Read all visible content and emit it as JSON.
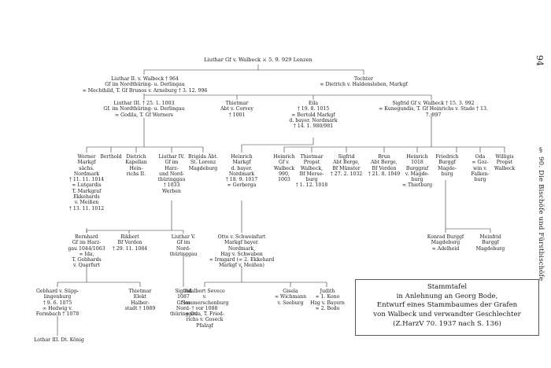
{
  "page_number": "94",
  "running_head": "§ 90. Die Bischöfe und Fürstbischöfe",
  "caption": "Stammtafel\nin Anlehnung an Georg Bode,\nEntwurf eines Stammbaumes der Grafen\nvon Walbeck und verwandter Geschlechter\n(Z.HarzV 70. 1937 nach S. 136)",
  "nodes": {
    "lothar_root": "Liuthar Gf v. Walbeck ⚔ 5. 9. 929 Lenzen",
    "liuthar2": "Liuthar II. v. Walbeck † 964\nGf im Nordthüring- u. Derlingau\n∞ Mechthild, T. Gf Brunos v. Arneburg † 3. 12. 996",
    "tochter": "Tochter\n∞ Dietrich v. Haldensleben, Markgf",
    "liuthar3": "Liuthar III. † 25. 1. 1003\nGf. im Nordthüring- u. Derlingau\n∞ Godila, T. Gf Werners",
    "thietmar_corvey": "Thietmar\nAbt v. Corvey\n† 1001",
    "eila": "Eila\n† 19. 8. 1015\n∞ Bertold Markgf\nd. bayer. Nordmark\n† 14. 1. 980/981",
    "sigfrid_walbeck": "Sigfrid Gf v. Walbeck † 15. 3. 992\n∞ Kunegundis, T. Gf Heinrichs v. Stade † 13. 7. 997",
    "werner": "Werner\nMarkgf\nsächs.\nNordmark\n† 11. 11. 1014\n∞ Lutgardis\nT. Markgraf\nEkkehards\nv. Meißen\n† 13. 11. 1012",
    "berthold": "Berthold",
    "dietrich": "Dietrich\nKapellan\nHein-\nrichs II.",
    "liuthar4": "Liuthar IV.\nGf im\nHarz-\nund Nord-\nthüringgau\n† 1033\nWerben",
    "brigida": "Brigida Äbt.\nSt. Lorenz\nMagdeburg",
    "heinrich_markgf": "Heinrich\nMarkgf\nd. bayer.\nNordmark\n† 18. 9. 1017\n∞ Gerberga",
    "heinrich_walbeck": "Heinrich\nGf v.\nWalbeck\n990,\n1003",
    "thietmar_propst": "Thietmar\nPropst\nWalbeck,\nBf Merse-\nburg\n† 1. 12. 1018",
    "sigfrid_abt": "Sigfrid\nAbt Berge,\nBf Münster\n† 27. 2. 1032",
    "brun": "Brun\nAbt Berge,\nBf Verden\n† 21. 8. 1049",
    "heinrich_burggf": "Heinrich\n1018\nBurggraf\nv. Magde-\nburg\n∞ Thietburg",
    "friedrich": "Friedrich\nBurggf\nMagde-\nburg",
    "oda": "Oda\n∞ Goz-\nwin v.\nFalken-\nburg",
    "willigis": "Willigis\nPropst\nWalbeck",
    "bernhard": "Bernhard\nGf im Harz-\ngau 1044/1063\n∞ Ida,\nT. Gebhards\nv. Querfurt",
    "rikbert": "Rikbert\nBf Verden\n† 29. 11. 1084",
    "liuthar5": "Liuthar V.\nGf im\nNord-\nthüringgau",
    "otto": "Otto v. Schweinfurt\nMarkgf bayer.\nNordmark,\nHzg v. Schwaben\n∞ Irmgard (∞ 2. Ekkehard\nMarkgf v. Meißen)",
    "konrad": "Konrad Burggf\nMagdeburg\n∞ Adelheid",
    "meinfrid": "Meinfrid\nBurggf\nMagdeburg",
    "gebhard": "Gebhard v. Süpp-\nlingenburg\n† 9. 6. 1075\n∞ Hedwig v.\nFormbach † 1078",
    "thietmar_elekt": "Thietmar\nElekt\nHalber-\nstadt † 1089",
    "sigfrid_1087": "Sigfrid\n1087\nGf im\nNord-\nthüringgau",
    "adalbert": "Adalbert Seveco\nv. Sommerschenburg\n† vor 1088\n∞ Oda, T. Fried-\nrichs v. Goseck\nPfalzgf",
    "gisela": "Gisela\n∞ Wichmann\nv. Seeburg",
    "judith": "Judith\n∞ 1. Kono\nHzg v. Bayern\n∞ 2. Bodo",
    "lothar3": "Lothar III. Dt. König"
  }
}
